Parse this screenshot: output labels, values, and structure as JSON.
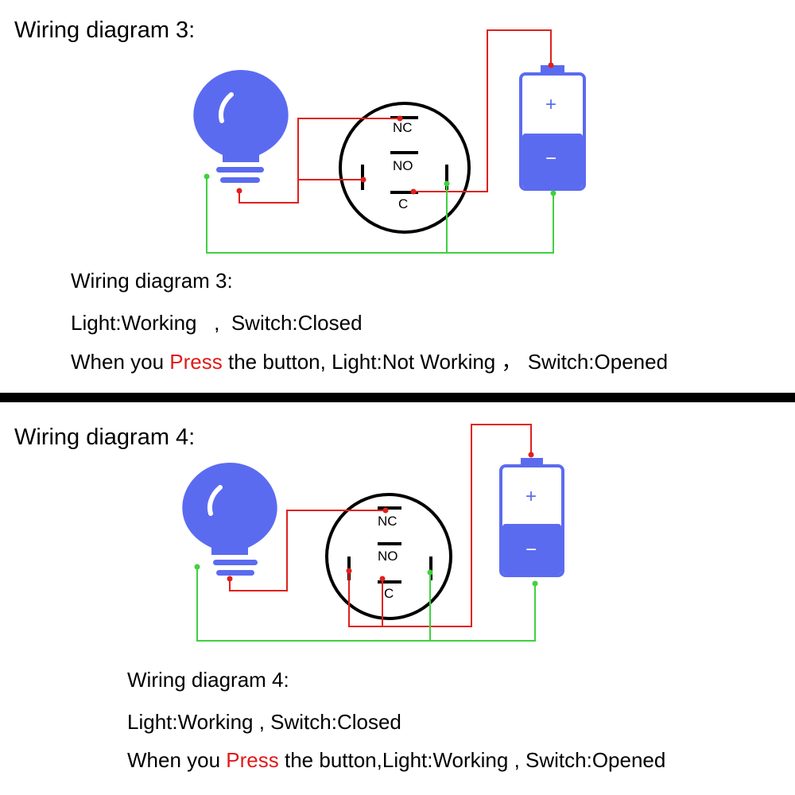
{
  "colors": {
    "wire_red": "#e0201c",
    "wire_green": "#3fd13f",
    "icon_blue": "#5b6bf0",
    "divider": "#000000"
  },
  "icons": [
    "bulb-icon",
    "battery-icon",
    "switch-icon"
  ],
  "panels": [
    {
      "heading": "Wiring diagram 3:",
      "terminals": {
        "nc": "NC",
        "no": "NO",
        "c": "C"
      },
      "battery": {
        "plus": "+",
        "minus": "−"
      },
      "lines": {
        "title": "Wiring diagram 3:",
        "state": "Light:Working   ,  Switch:Closed",
        "press_before": "When you ",
        "press_word": "Press",
        "press_after": " the button, Light:Not Working ， Switch:Opened"
      }
    },
    {
      "heading": "Wiring diagram 4:",
      "terminals": {
        "nc": "NC",
        "no": "NO",
        "c": "C"
      },
      "battery": {
        "plus": "+",
        "minus": "−"
      },
      "lines": {
        "title": "Wiring diagram 4:",
        "state": "Light:Working , Switch:Closed",
        "press_before": "When you ",
        "press_word": "Press",
        "press_after": " the button,Light:Working , Switch:Opened"
      }
    }
  ]
}
